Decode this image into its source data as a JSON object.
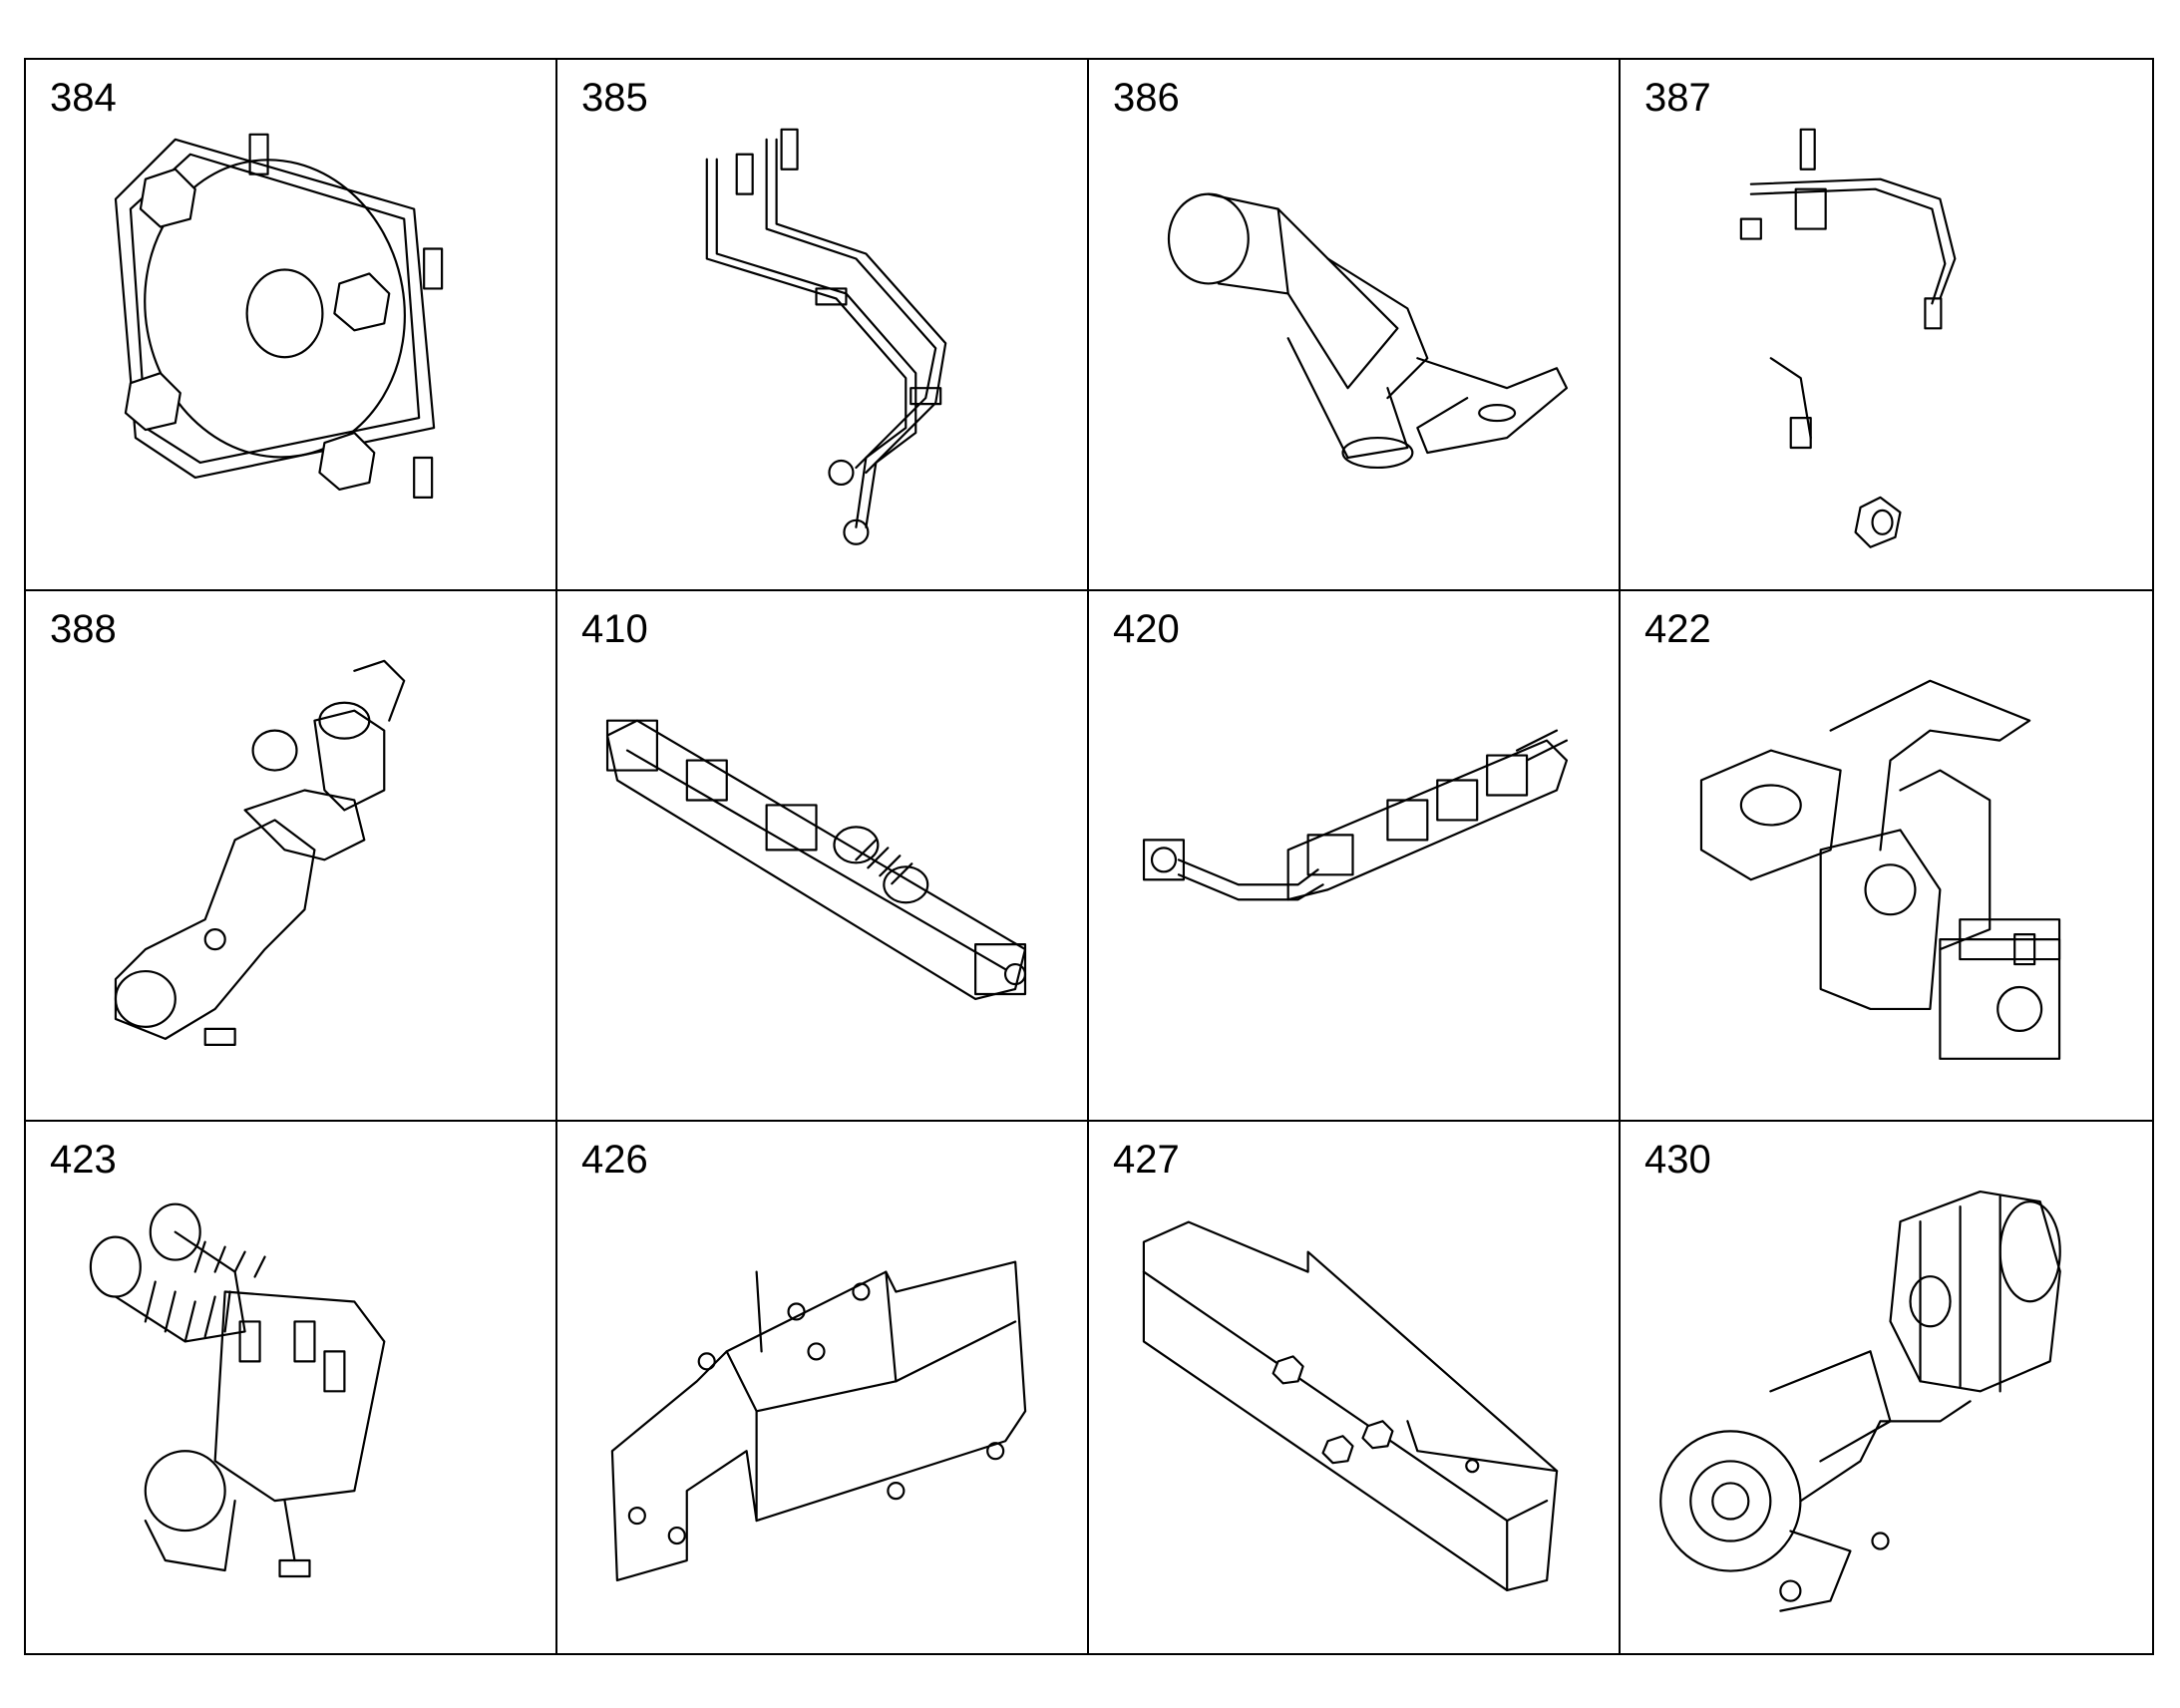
{
  "catalog": {
    "parts": [
      {
        "number": "384",
        "icon": "cover-plate-icon"
      },
      {
        "number": "385",
        "icon": "pipe-assembly-icon"
      },
      {
        "number": "386",
        "icon": "valve-fitting-icon"
      },
      {
        "number": "387",
        "icon": "fitting-set-icon"
      },
      {
        "number": "388",
        "icon": "thermostat-housing-icon"
      },
      {
        "number": "410",
        "icon": "cooler-assembly-icon"
      },
      {
        "number": "420",
        "icon": "egr-cooler-icon"
      },
      {
        "number": "422",
        "icon": "bracket-valve-icon"
      },
      {
        "number": "423",
        "icon": "manifold-bellows-icon"
      },
      {
        "number": "426",
        "icon": "heat-shield-icon"
      },
      {
        "number": "427",
        "icon": "shield-plate-icon"
      },
      {
        "number": "430",
        "icon": "turbocharger-icon"
      }
    ]
  }
}
